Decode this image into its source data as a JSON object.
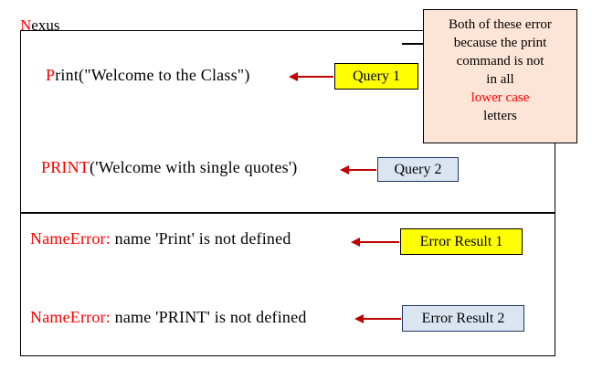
{
  "title": {
    "initial": "N",
    "rest": "exus",
    "full": "Nexus"
  },
  "colors": {
    "red": "#ff0000",
    "arrow_red": "#c00000",
    "yellow_chip": "#ffff00",
    "blue_chip": "#dbe5f1",
    "blue_chip_border": "#1f3864",
    "callout_bg": "#fce4d6",
    "border": "#000000",
    "text": "#000000"
  },
  "queries": [
    {
      "keyword": "P",
      "keyword_color": "red",
      "code": "rint(\"Welcome  to the Class\")",
      "label": "Query 1",
      "label_style": "yellow"
    },
    {
      "keyword": "PRINT",
      "keyword_color": "red",
      "code": "('Welcome  with single quotes')",
      "label": "Query 2",
      "label_style": "blue"
    }
  ],
  "errors": [
    {
      "error_name": "NameError:",
      "message": " name 'Print' is not defined",
      "label": "Error Result 1",
      "label_style": "yellow"
    },
    {
      "error_name": "NameError:",
      "message": " name 'PRINT' is not defined",
      "label": "Error Result 2",
      "label_style": "blue"
    }
  ],
  "callout": {
    "lines": [
      {
        "text": "Both of these error",
        "highlight": false
      },
      {
        "text": "because the print",
        "highlight": false
      },
      {
        "text": "command is not",
        "highlight": false
      },
      {
        "text": "in all",
        "highlight": false
      },
      {
        "text": "lower case",
        "highlight": true
      },
      {
        "text": "letters",
        "highlight": false
      }
    ],
    "line_1": "Both of these error",
    "line_2": "because the print",
    "line_3": "command is not",
    "line_4": "in all",
    "line_5": "lower case",
    "line_6": "letters"
  }
}
